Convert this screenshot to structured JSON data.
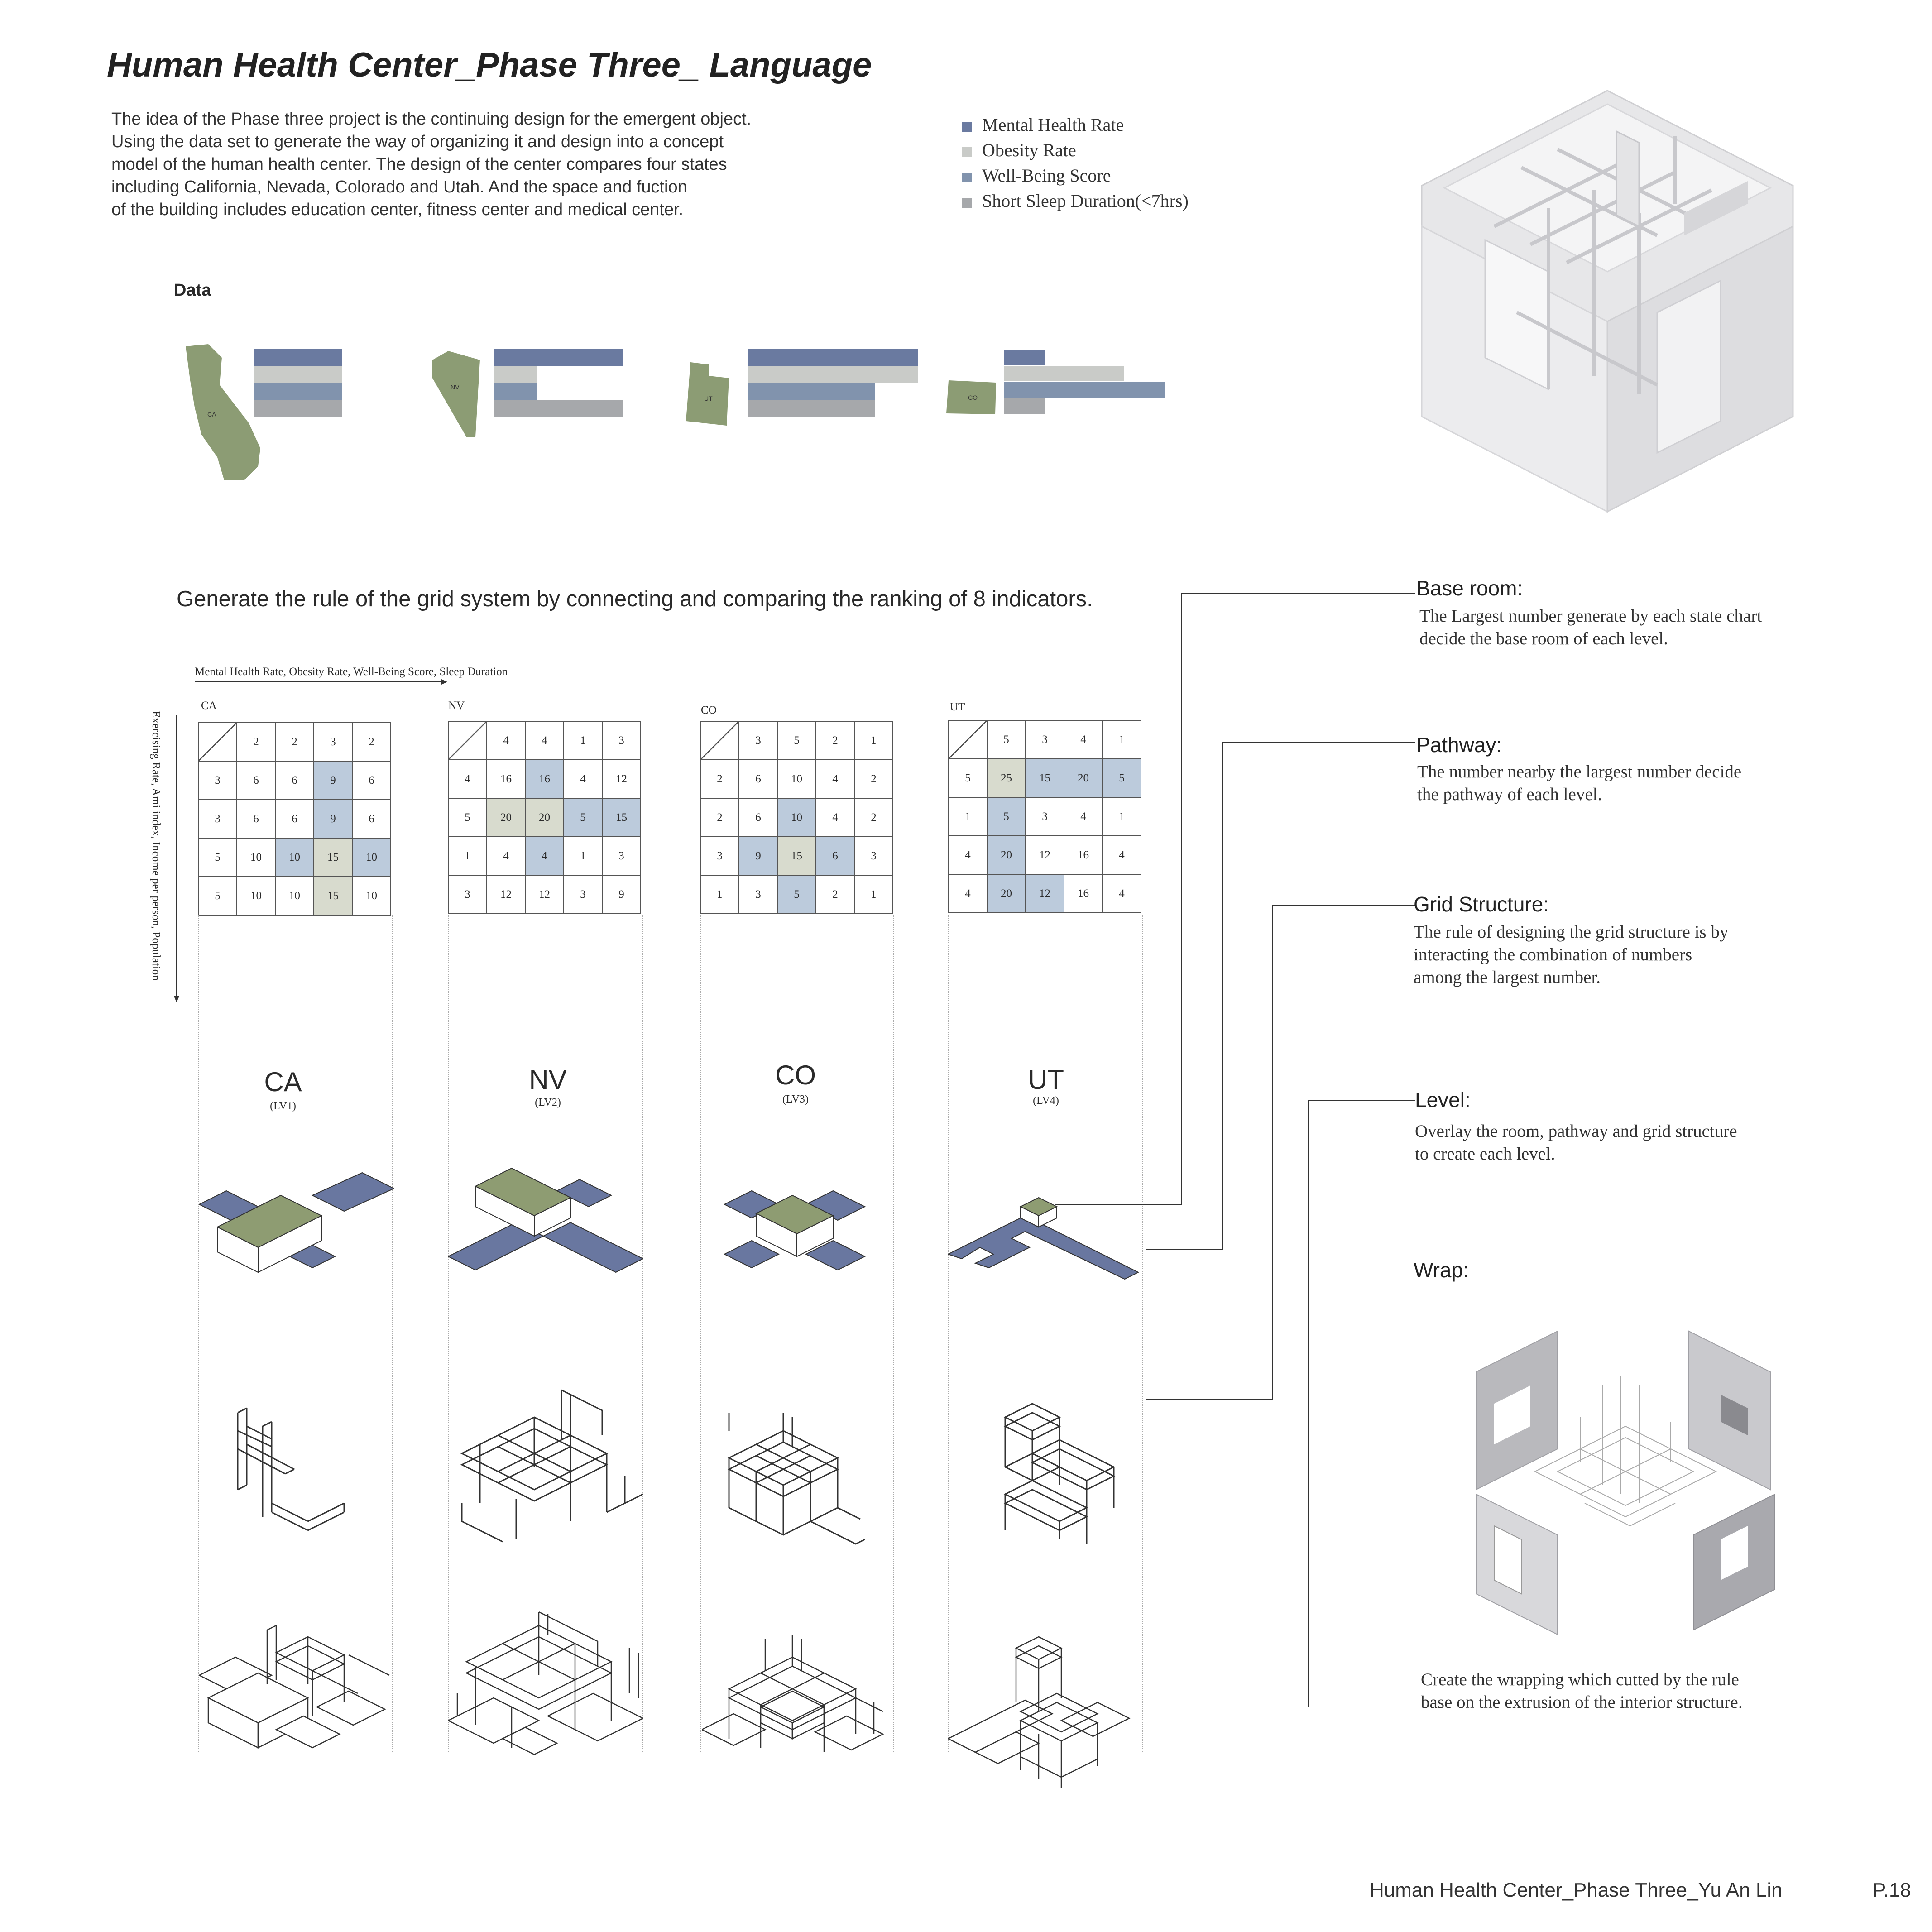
{
  "title": "Human Health Center_Phase Three_ Language",
  "intro": [
    "The idea of the Phase three project is the continuing design for the emergent object.",
    "Using the data set to generate the way of organizing it and design into a concept",
    "model of the human health center. The design of the center compares four states",
    "including California, Nevada, Colorado and Utah. And the space and fuction",
    "of the building includes education center, fitness center and medical center."
  ],
  "legend": [
    {
      "label": "Mental Health Rate",
      "color": "#6a7aa0"
    },
    {
      "label": "Obesity Rate",
      "color": "#c9cbc8"
    },
    {
      "label": "Well-Being Score",
      "color": "#8193ad"
    },
    {
      "label": "Short Sleep Duration(<7hrs)",
      "color": "#a6a8ab"
    }
  ],
  "data_label": "Data",
  "map_labels": [
    "CA",
    "NV",
    "UT",
    "CO"
  ],
  "headline": "Generate the rule of the grid system by connecting and comparing the ranking of 8 indicators.",
  "axis_x": "Mental Health Rate, Obesity Rate, Well-Being Score, Sleep Duration",
  "axis_y": "Exercising Rate, Ami index, Income per person, Population",
  "colors": {
    "map_green": "#8c9c74",
    "slab_blue": "#6977a0",
    "box_green": "#8e9c72",
    "cell_blue": "#bccbdc",
    "cell_peak": "#d8dbce"
  },
  "grids": [
    {
      "state": "CA",
      "header": [
        "2",
        "2",
        "3",
        "2"
      ],
      "rows": [
        [
          "3",
          "6",
          "6",
          "9",
          "6"
        ],
        [
          "3",
          "6",
          "6",
          "9",
          "6"
        ],
        [
          "5",
          "10",
          "10",
          "15",
          "10"
        ],
        [
          "5",
          "10",
          "10",
          "15",
          "10"
        ]
      ],
      "highlight": [
        [
          0,
          3
        ],
        [
          1,
          3
        ],
        [
          2,
          2
        ],
        [
          2,
          4
        ]
      ],
      "peak": [
        [
          2,
          3
        ],
        [
          3,
          3
        ]
      ]
    },
    {
      "state": "NV",
      "header": [
        "4",
        "4",
        "1",
        "3"
      ],
      "rows": [
        [
          "4",
          "16",
          "16",
          "4",
          "12"
        ],
        [
          "5",
          "20",
          "20",
          "5",
          "15"
        ],
        [
          "1",
          "4",
          "4",
          "1",
          "3"
        ],
        [
          "3",
          "12",
          "12",
          "3",
          "9"
        ]
      ],
      "highlight": [
        [
          0,
          2
        ],
        [
          1,
          3
        ],
        [
          1,
          4
        ],
        [
          2,
          2
        ]
      ],
      "peak": [
        [
          1,
          1
        ],
        [
          1,
          2
        ]
      ]
    },
    {
      "state": "CO",
      "header": [
        "3",
        "5",
        "2",
        "1"
      ],
      "rows": [
        [
          "2",
          "6",
          "10",
          "4",
          "2"
        ],
        [
          "2",
          "6",
          "10",
          "4",
          "2"
        ],
        [
          "3",
          "9",
          "15",
          "6",
          "3"
        ],
        [
          "1",
          "3",
          "5",
          "2",
          "1"
        ]
      ],
      "highlight": [
        [
          1,
          2
        ],
        [
          2,
          1
        ],
        [
          2,
          3
        ],
        [
          3,
          2
        ]
      ],
      "peak": [
        [
          2,
          2
        ]
      ]
    },
    {
      "state": "UT",
      "header": [
        "5",
        "3",
        "4",
        "1"
      ],
      "rows": [
        [
          "5",
          "25",
          "15",
          "20",
          "5"
        ],
        [
          "1",
          "5",
          "3",
          "4",
          "1"
        ],
        [
          "4",
          "20",
          "12",
          "16",
          "4"
        ],
        [
          "4",
          "20",
          "12",
          "16",
          "4"
        ]
      ],
      "highlight": [
        [
          0,
          2
        ],
        [
          0,
          3
        ],
        [
          0,
          4
        ],
        [
          1,
          1
        ],
        [
          2,
          1
        ],
        [
          3,
          1
        ],
        [
          3,
          2
        ]
      ],
      "peak": [
        [
          0,
          1
        ]
      ]
    }
  ],
  "levels": [
    {
      "state": "CA",
      "level": "(LV1)"
    },
    {
      "state": "NV",
      "level": "(LV2)"
    },
    {
      "state": "CO",
      "level": "(LV3)"
    },
    {
      "state": "UT",
      "level": "(LV4)"
    }
  ],
  "notes": [
    {
      "heading": "Base room:",
      "body": [
        "The Largest number generate by each state chart",
        "decide the base room of each level."
      ]
    },
    {
      "heading": "Pathway:",
      "body": [
        "The number nearby the largest number decide",
        "the pathway of each level."
      ]
    },
    {
      "heading": "Grid Structure:",
      "body": [
        "The rule of designing the grid structure is by",
        "interacting the combination of numbers",
        "among the largest number."
      ]
    },
    {
      "heading": "Level:",
      "body": [
        "Overlay the room, pathway and grid structure",
        "to create each level."
      ]
    },
    {
      "heading": "Wrap:",
      "body": []
    }
  ],
  "wrap_caption": [
    "Create the wrapping which cutted by the rule",
    "base on the extrusion of the interior structure."
  ],
  "footer": {
    "text": "Human Health Center_Phase Three_Yu An Lin",
    "page": "P.18"
  }
}
